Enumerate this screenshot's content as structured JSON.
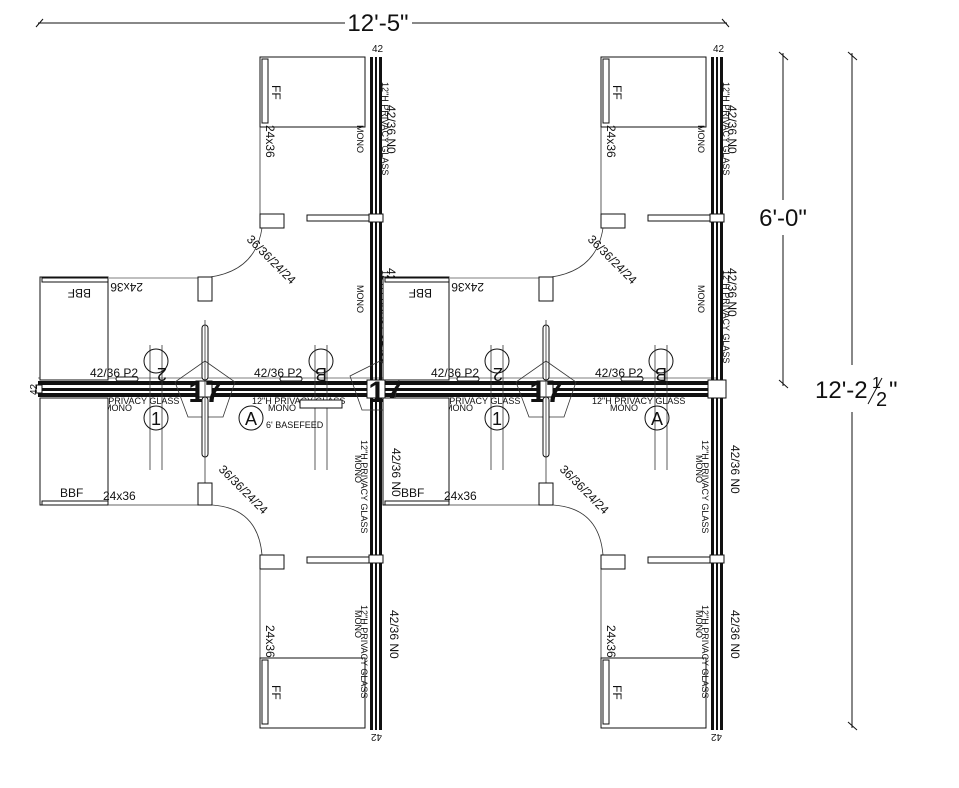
{
  "dimensions": {
    "overall_width": "12'-5\"",
    "half_depth": "6'-0\"",
    "overall_depth_main": "12'-2",
    "overall_depth_frac_num": "1",
    "overall_depth_frac_den": "2",
    "overall_depth_suffix": "\""
  },
  "panel_height_marker": "42",
  "labels": {
    "file_pedestal": "FF",
    "box_box_file": "BBF",
    "worksurface_rect": "24x36",
    "worksurface_corner": "36/36/24/24",
    "panel_p2": "42/36 P2",
    "panel_n0": "42/36 N0",
    "privacy_glass": "12\"H PRIVACY GLASS",
    "mono": "MONO",
    "basefeed": "6' BASEFEED",
    "station_number": "17"
  },
  "circuit_markers": {
    "circuit_1": "1",
    "circuit_2": "2",
    "circuit_a": "A",
    "circuit_b": "B"
  },
  "colors": {
    "line": "#111111",
    "background": "#ffffff",
    "muted_line": "#999999"
  }
}
